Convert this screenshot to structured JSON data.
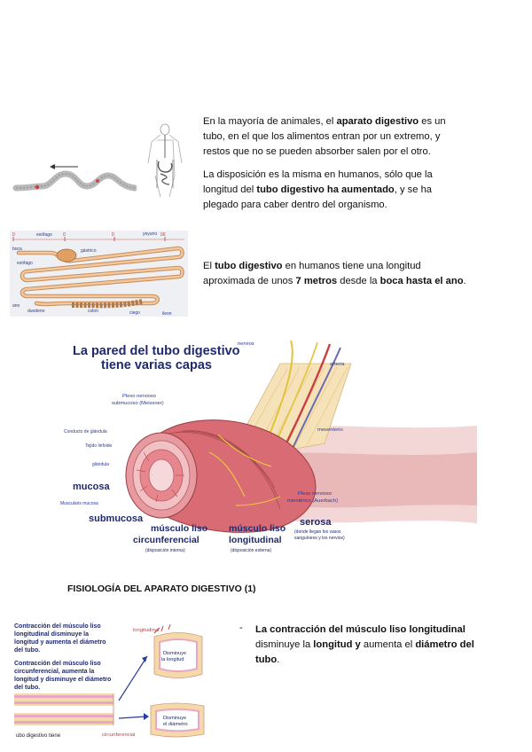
{
  "intro": {
    "p1": {
      "before": "En la mayoría de animales, el ",
      "bold": "aparato digestivo",
      "after": " es un tubo, en el que los alimentos entran por un extremo, y restos que no se pueden absorber salen por el otro."
    },
    "p2": {
      "before": "La disposición es la misma en humanos, sólo que la longitud del ",
      "bold": "tubo digestivo ha aumentado",
      "after": ", y se ha plegado para caber dentro del organismo."
    }
  },
  "length": {
    "before": "El ",
    "bold1": "tubo digestivo",
    "mid1": " en humanos tiene una longitud aproximada de unos ",
    "bold2": "7 metros",
    "mid2": " desde la ",
    "bold3": "boca hasta el ano",
    "after": "."
  },
  "intestine_labels": {
    "esofago_top": "esófago",
    "yeyuno": "yeyuno",
    "boca": "boca",
    "esofago": "esófago",
    "duodeno": "duodeno",
    "colon": "colon",
    "ciego": "ciego",
    "ileon": "ileon",
    "ano": "ano",
    "gastrico": "gástrico"
  },
  "wall_figure": {
    "title_line1": "La pared del tubo digestivo",
    "title_line2": "tiene varias capas",
    "nervios": "nervios",
    "arteria": "arteria",
    "plexo_sub1": "Plexo nervioso",
    "plexo_sub2": "submucoso (Meissner)",
    "conducto": "Conducto de glándula",
    "tejido": "Tejido linfoide",
    "glandula": "glándula",
    "mucosa": "mucosa",
    "muscularis": "Muscularis mucosa",
    "submucosa": "submucosa",
    "mesenterio": "mesenterio",
    "plexo_mio1": "Plexo nervioso",
    "plexo_mio2": "mientérico (Auerbach)",
    "serosa": "serosa",
    "serosa_note1": "(donde llegan los vasos",
    "serosa_note2": "sanguíneos y los nervios)",
    "musc_circ1": "músculo liso",
    "musc_circ2": "circunferencial",
    "musc_circ_note": "(disposición interna)",
    "musc_long1": "músculo liso",
    "musc_long2": "longitudinal",
    "musc_long_note": "(disposición externa)"
  },
  "section_title": "FISIOLOGÍA DEL APARATO DIGESTIVO (1)",
  "contraction_figure": {
    "text1_l1": "Contracción del músculo liso",
    "text1_l2": "longitudinal disminuye la",
    "text1_l3": "longitud y aumenta el diámetro",
    "text1_l4": "del tubo.",
    "text2_l1": "Contracción del músculo liso",
    "text2_l2": "circunferencial, aumenta la",
    "text2_l3": "longitud y disminuye el diámetro",
    "text2_l4": "del tubo.",
    "longitudinal": "longitudinal",
    "dismin_long1": "Disminuye",
    "dismin_long2": "la longitud",
    "dismin_diam1": "Disminuye",
    "dismin_diam2": "el diámetro",
    "circunferencial": "circunferencial",
    "caption": "ubo digestivo tiene"
  },
  "bullet": {
    "marker": "-",
    "bold1": "La contracción del músculo liso longitudinal",
    "mid1": " disminuye la ",
    "bold2": "longitud y",
    "mid2": " aumenta el ",
    "bold3": "diámetro del tubo",
    "after": "."
  }
}
